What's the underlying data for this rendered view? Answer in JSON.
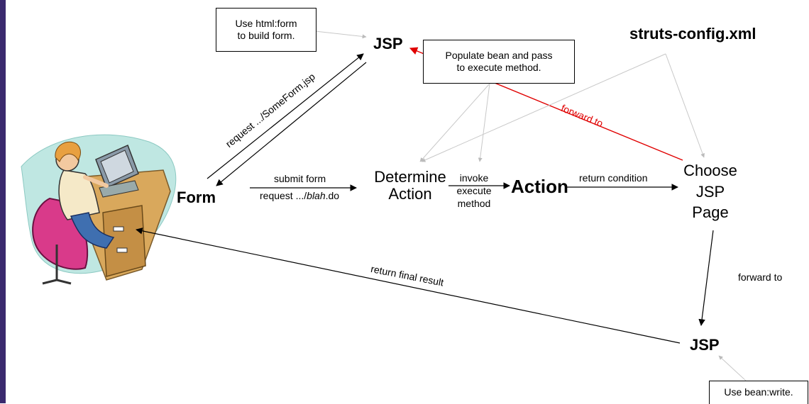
{
  "nodes": {
    "jsp_top": "JSP",
    "struts_config": "struts-config.xml",
    "form": "Form",
    "determine_action_1": "Determine",
    "determine_action_2": "Action",
    "action": "Action",
    "choose_1": "Choose",
    "choose_2": "JSP",
    "choose_3": "Page",
    "jsp_bottom": "JSP"
  },
  "notes": {
    "html_form_1": "Use html:form",
    "html_form_2": "to build form.",
    "populate_1": "Populate bean and pass",
    "populate_2": "to execute method.",
    "bean_write": "Use bean:write."
  },
  "edges": {
    "request_someform": "request .../SomeForm.jsp",
    "submit_form": "submit form",
    "request_blah_prefix": "request .../",
    "request_blah_italic": "blah",
    "request_blah_suffix": ".do",
    "invoke_1": "invoke",
    "invoke_2": "execute",
    "invoke_3": "method",
    "return_condition": "return condition",
    "forward_to_red": "forward to",
    "forward_to_down": "forward to",
    "return_final": "return final result"
  },
  "colors": {
    "accent_left_bar": "#3a2a6e",
    "forward_red": "#e00000"
  },
  "icons": {
    "user": "person-at-computer-clipart"
  }
}
